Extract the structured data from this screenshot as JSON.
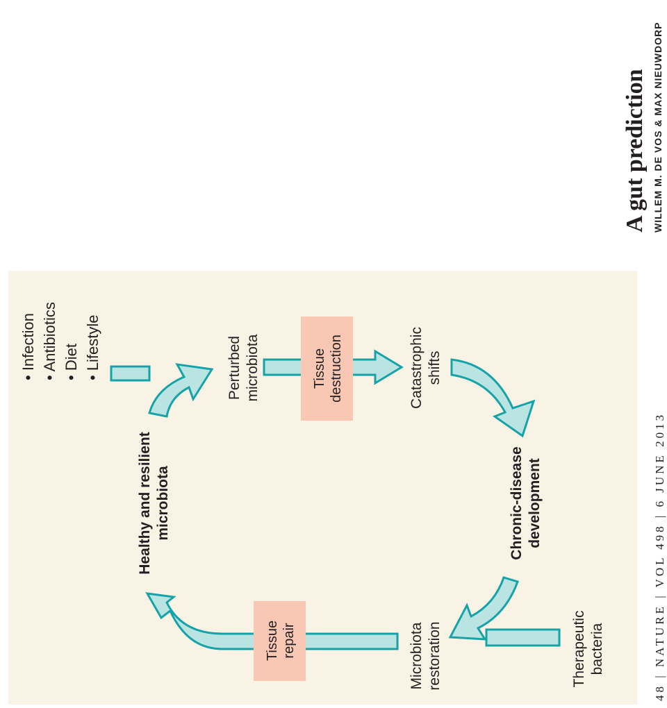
{
  "article": {
    "title": "A gut prediction",
    "authors": "WILLEM M. DE VOS & MAX NIEUWDORP"
  },
  "footer": "48 | NATURE | VOL 498 | 6 JUNE 2013",
  "figure": {
    "factors": [
      "• Infection",
      "• Antibiotics",
      "• Diet",
      "• Lifestyle"
    ],
    "states": {
      "healthy": [
        "Healthy and resilient",
        "microbiota"
      ],
      "perturbed": [
        "Perturbed",
        "microbiota"
      ],
      "catastrophic": [
        "Catastrophic",
        "shifts"
      ],
      "chronic": [
        "Chronic-disease",
        "development"
      ],
      "restoration": [
        "Microbiota",
        "restoration"
      ],
      "therapeutic": [
        "Therapeutic",
        "bacteria"
      ]
    },
    "boxes": {
      "destruction": [
        "Tissue",
        "destruction"
      ],
      "repair": [
        "Tissue",
        "repair"
      ]
    },
    "colors": {
      "panel": "#f8f3e4",
      "box": "#f8c8b4",
      "arrow_fill": "#b9e4e2",
      "arrow_stroke": "#16a3a8"
    }
  }
}
